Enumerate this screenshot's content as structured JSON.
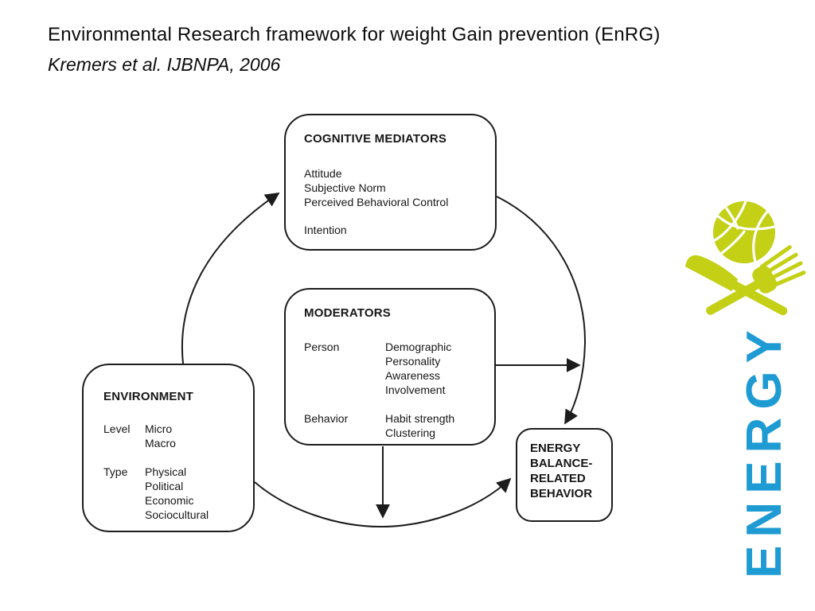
{
  "slide": {
    "title": "Environmental Research framework for weight Gain prevention (EnRG)",
    "citation": "Kremers et al. IJBNPA, 2006"
  },
  "diagram": {
    "cognitive_mediators": {
      "title": "COGNITIVE MEDIATORS",
      "items": [
        "Attitude",
        "Subjective Norm",
        "Perceived Behavioral Control"
      ],
      "outcome": "Intention"
    },
    "moderators": {
      "title": "MODERATORS",
      "person_label": "Person",
      "person_values": [
        "Demographic",
        "Personality",
        "Awareness",
        "Involvement"
      ],
      "behavior_label": "Behavior",
      "behavior_values": [
        "Habit strength",
        "Clustering"
      ]
    },
    "environment": {
      "title": "ENVIRONMENT",
      "level_label": "Level",
      "level_values": [
        "Micro",
        "Macro"
      ],
      "type_label": "Type",
      "type_values": [
        "Physical",
        "Political",
        "Economic",
        "Sociocultural"
      ]
    },
    "energy_balance": {
      "lines": [
        "ENERGY",
        "BALANCE-",
        "RELATED",
        "BEHAVIOR"
      ]
    }
  },
  "logo": {
    "wordmark": "ENERGY",
    "accent_green": "#c3d016",
    "accent_blue": "#1f9bd4",
    "icons": [
      "volleyball-icon",
      "crossed-knife-fork-icon"
    ]
  }
}
